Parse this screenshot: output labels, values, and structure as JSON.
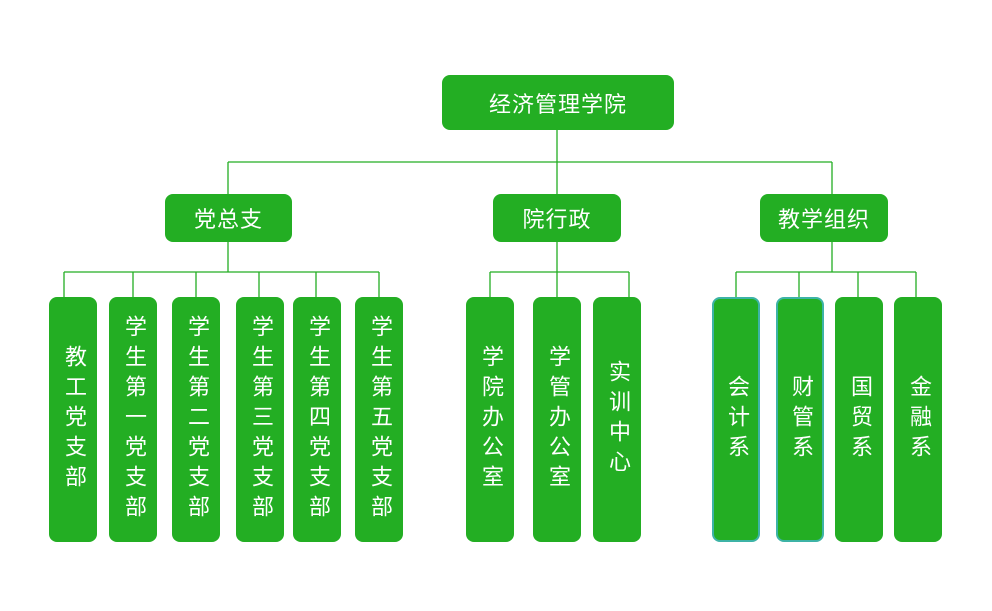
{
  "org_chart": {
    "root": {
      "label": "经济管理学院"
    },
    "branches": [
      {
        "label": "党总支",
        "children": [
          "教工党支部",
          "学生第一党支部",
          "学生第二党支部",
          "学生第三党支部",
          "学生第四党支部",
          "学生第五党支部"
        ]
      },
      {
        "label": "院行政",
        "children": [
          "学院办公室",
          "学管办公室",
          "实训中心"
        ]
      },
      {
        "label": "教学组织",
        "children": [
          "会计系",
          "财管系",
          "国贸系",
          "金融系"
        ]
      }
    ]
  },
  "colors": {
    "node_fill": "#23ae23",
    "node_text": "#ffffff",
    "line": "#23ae23",
    "highlight_border": "#3db3a6"
  }
}
